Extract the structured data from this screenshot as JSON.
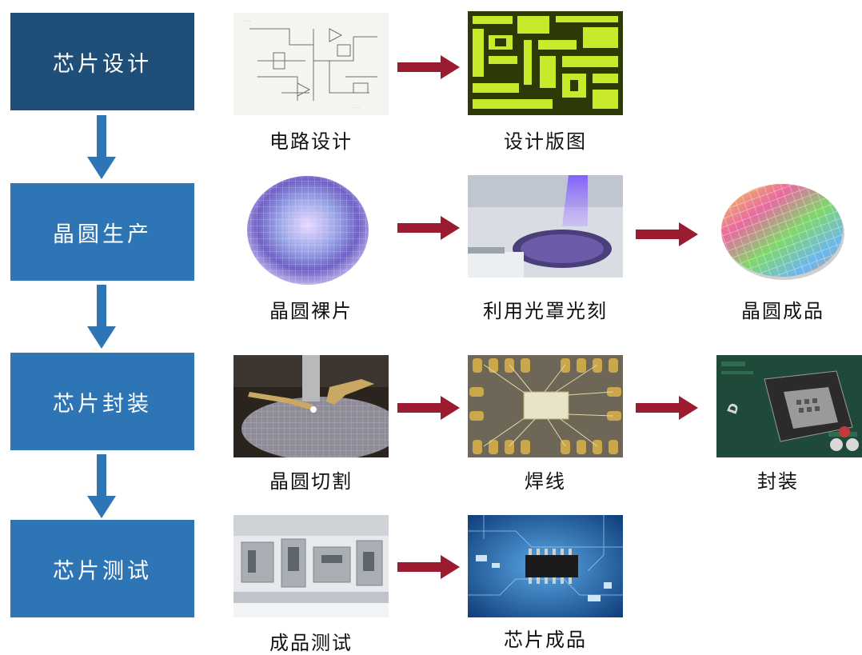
{
  "colors": {
    "stage_dark": "#1f4e79",
    "stage_mid": "#2e75b6",
    "flow_arrow": "#2e75b6",
    "step_arrow": "#9b1b30"
  },
  "stages": [
    {
      "label": "芯片设计",
      "steps": [
        {
          "caption": "电路设计",
          "image": "circuit-schematic"
        },
        {
          "caption": "设计版图",
          "image": "chip-layout"
        }
      ]
    },
    {
      "label": "晶圆生产",
      "steps": [
        {
          "caption": "晶圆裸片",
          "image": "bare-wafer"
        },
        {
          "caption": "利用光罩光刻",
          "image": "photolithography"
        },
        {
          "caption": "晶圆成品",
          "image": "finished-wafer"
        }
      ]
    },
    {
      "label": "芯片封装",
      "steps": [
        {
          "caption": "晶圆切割",
          "image": "wafer-dicing"
        },
        {
          "caption": "焊线",
          "image": "wire-bonding"
        },
        {
          "caption": "封装",
          "image": "cpu-socket-package"
        }
      ]
    },
    {
      "label": "芯片测试",
      "steps": [
        {
          "caption": "成品测试",
          "image": "test-equipment"
        },
        {
          "caption": "芯片成品",
          "image": "finished-chip-on-board"
        }
      ]
    }
  ]
}
